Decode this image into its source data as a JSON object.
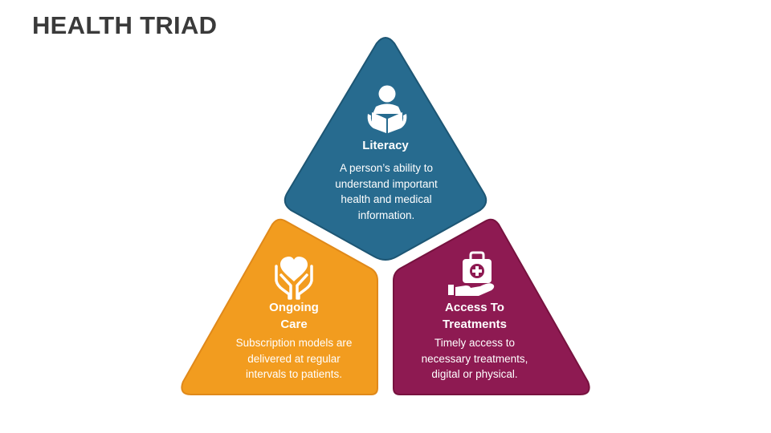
{
  "title": "HEALTH TRIAD",
  "colors": {
    "literacy": "#276b8f",
    "care": "#f29c1f",
    "access": "#8e1a52"
  },
  "sections": {
    "literacy": {
      "title": "Literacy",
      "description": "A person’s ability to understand important health and medical information.",
      "icon": "reading-person-icon"
    },
    "care": {
      "title": "Ongoing Care",
      "description": "Subscription models are delivered at regular intervals to patients.",
      "icon": "hands-heart-icon"
    },
    "access": {
      "title": "Access To Treatments",
      "description": "Timely access to necessary treatments, digital or physical.",
      "icon": "medical-kit-hand-icon"
    }
  }
}
